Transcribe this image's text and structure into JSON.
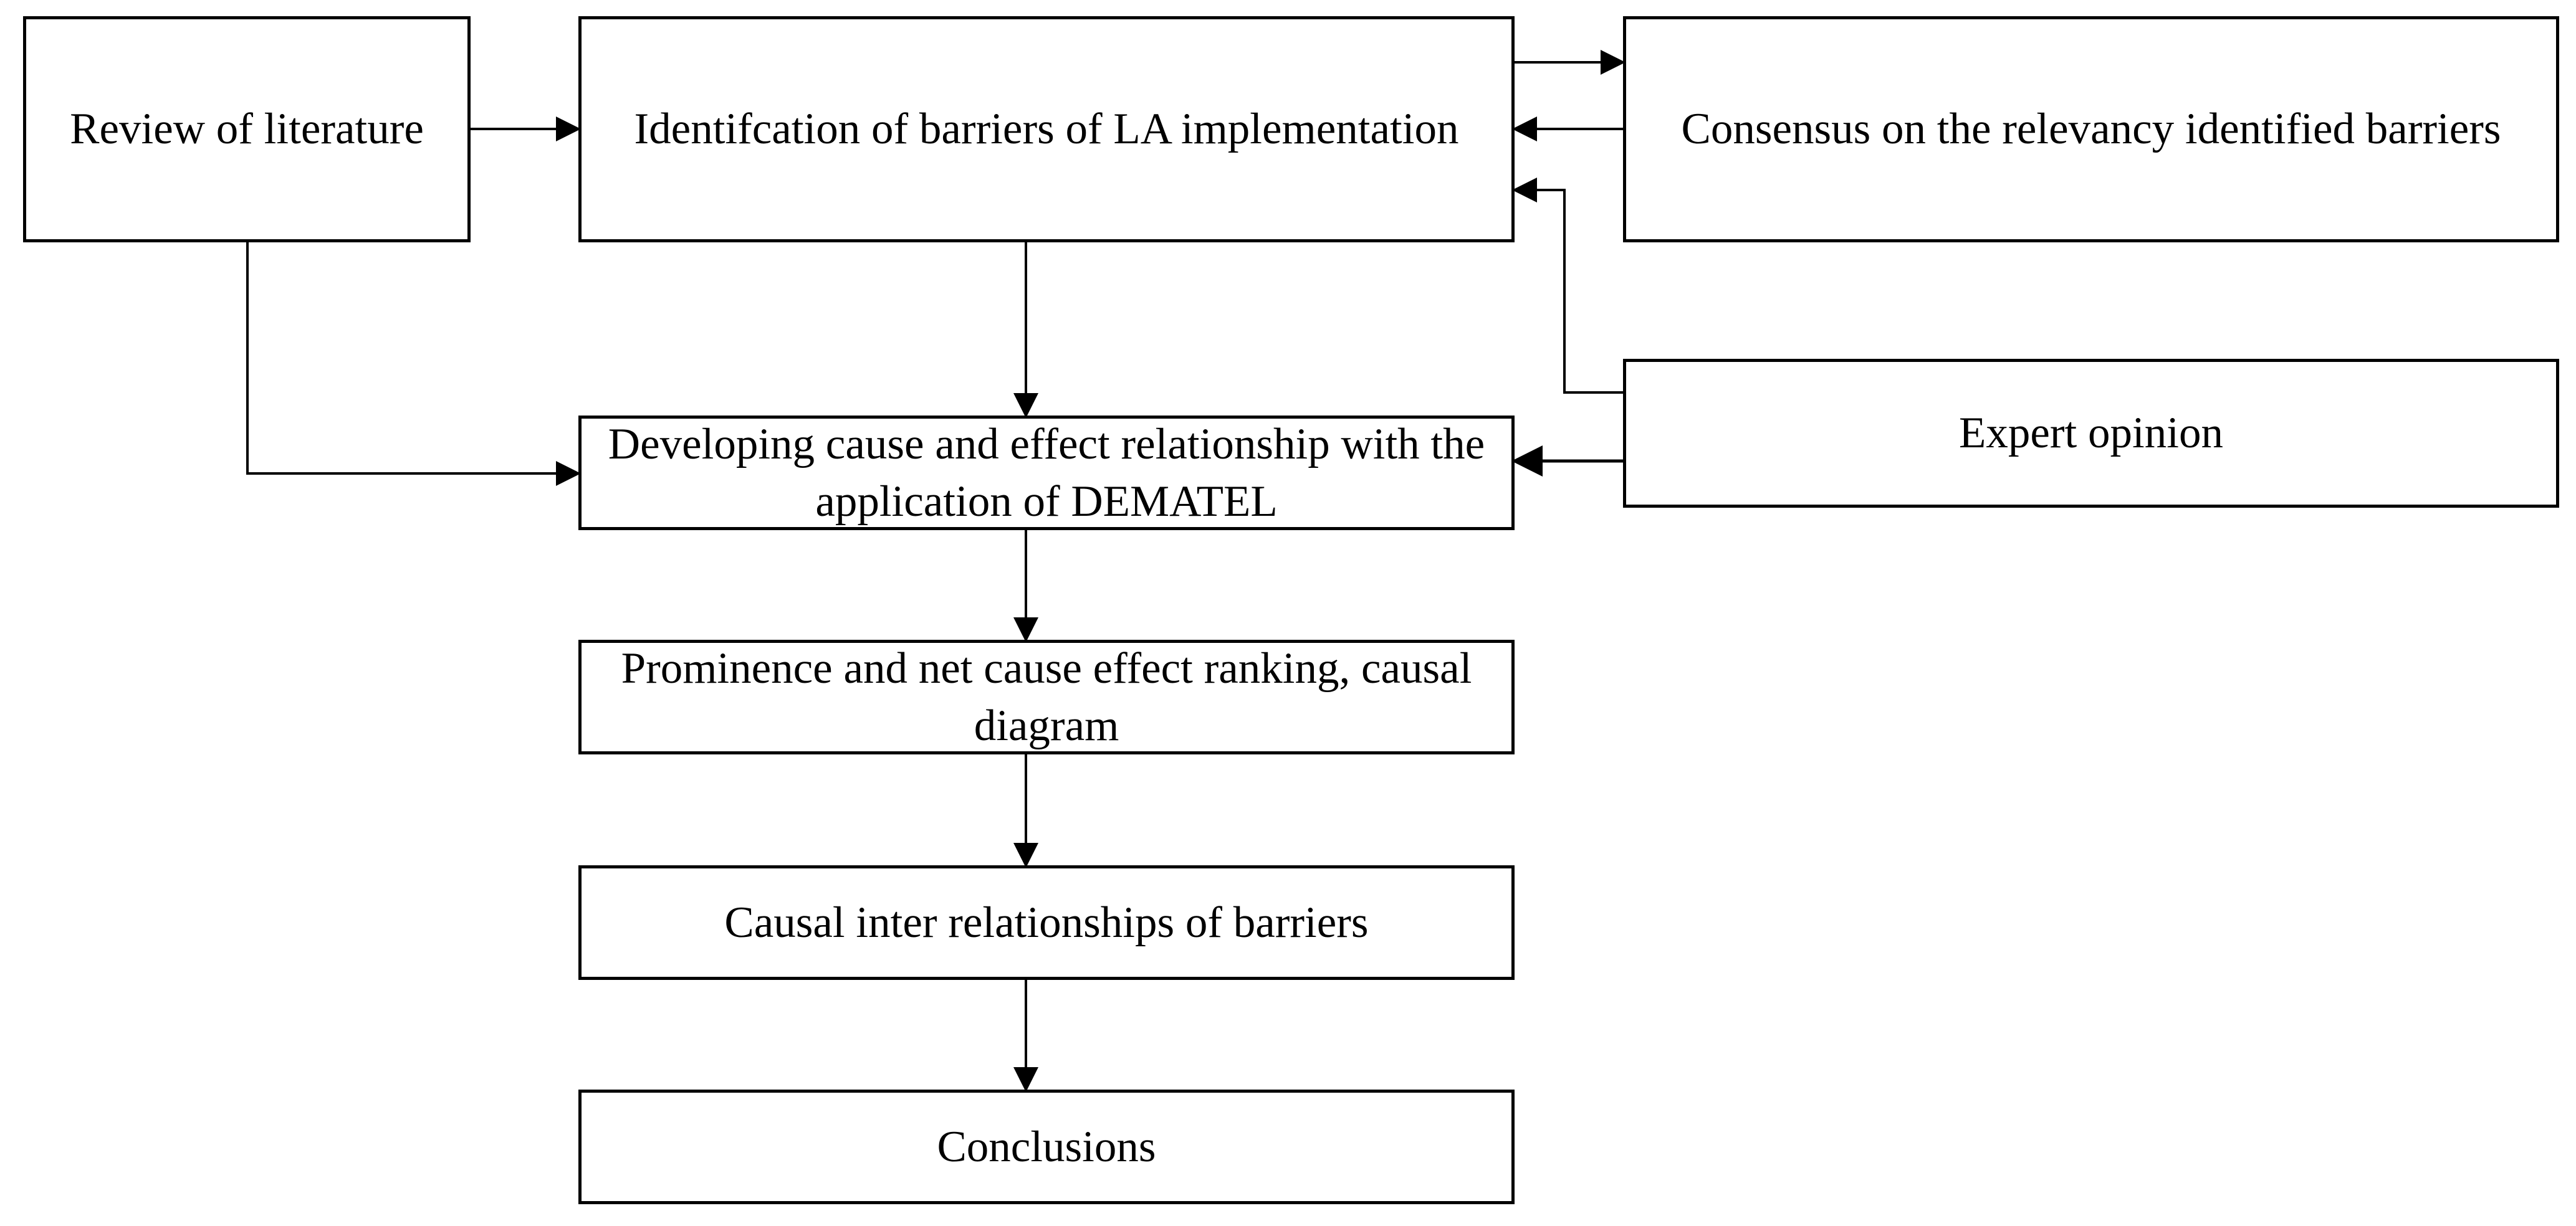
{
  "diagram": {
    "boxes": {
      "review": "Review of literature",
      "identification": "Identifcation of barriers of LA implementation",
      "consensus": "Consensus on the relevancy identified barriers",
      "expert": "Expert opinion",
      "dematel": "Developing cause and effect relationship with the application of DEMATEL",
      "prominence": "Prominence and net cause effect ranking, causal diagram",
      "causal": "Causal inter relationships of barriers",
      "conclusions": "Conclusions"
    },
    "colors": {
      "line": "#000000",
      "box_border": "#000000",
      "background": "#ffffff"
    }
  }
}
